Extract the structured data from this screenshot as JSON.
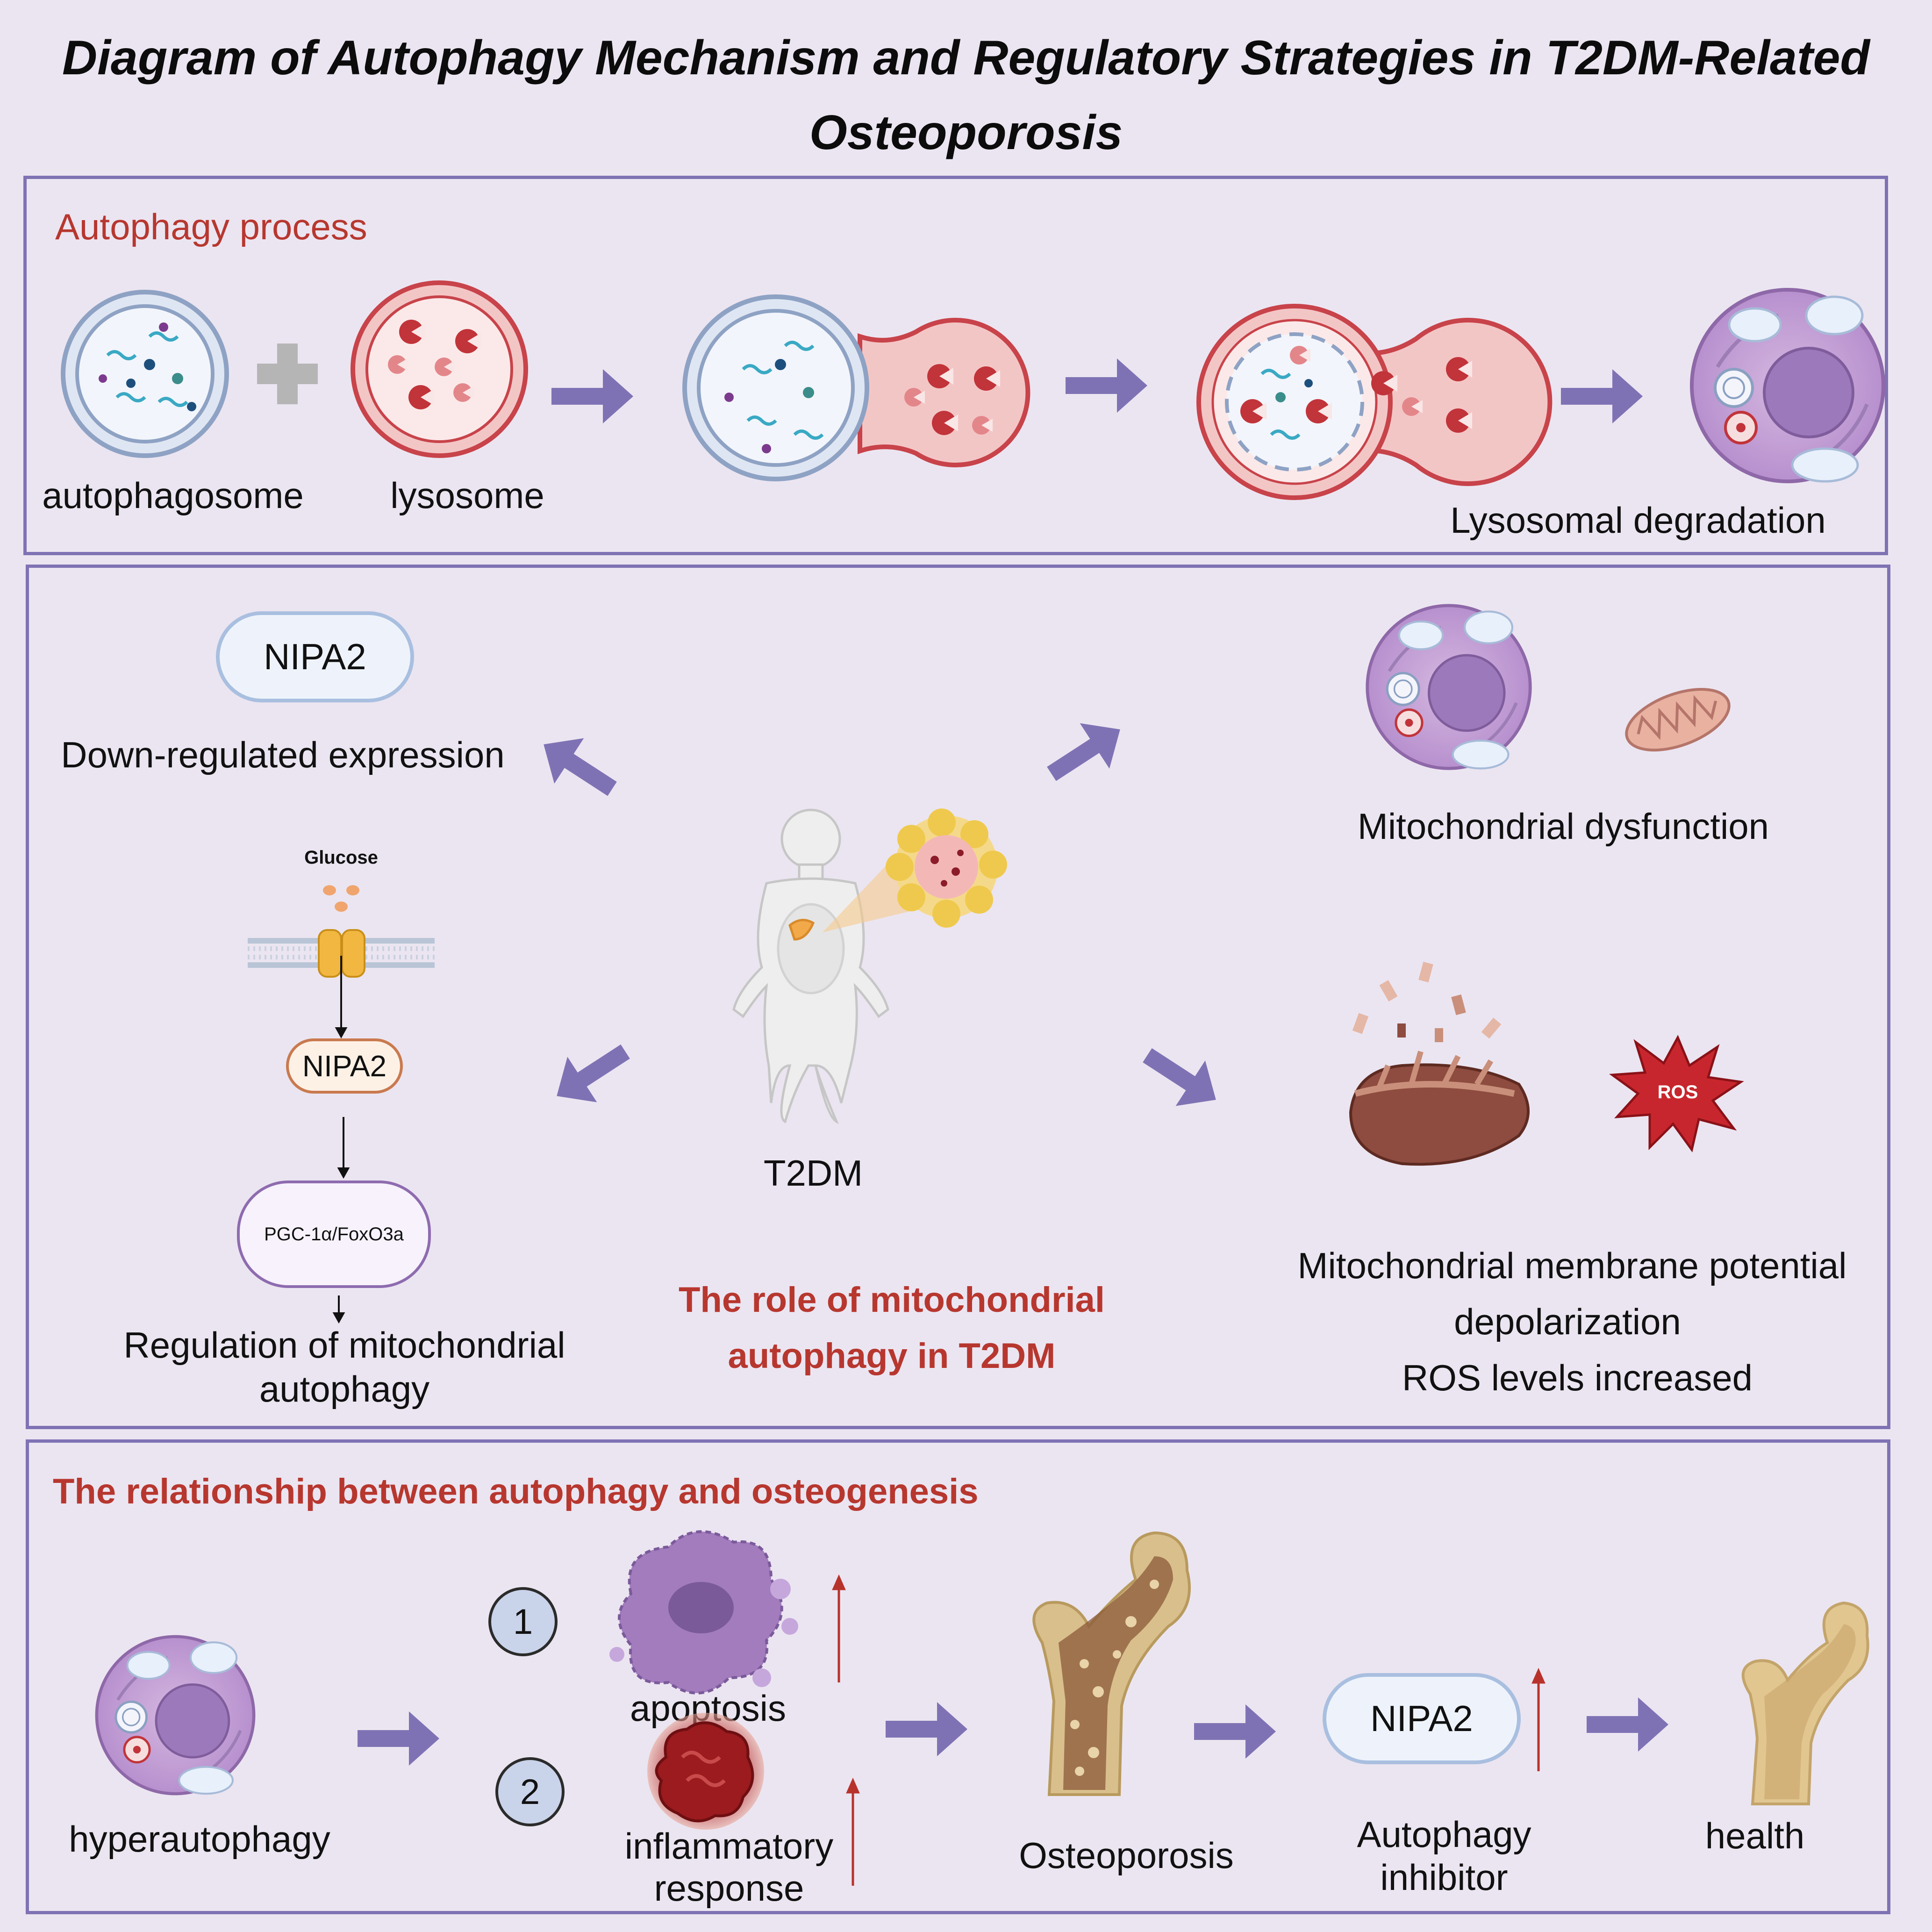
{
  "title": {
    "line1": "Diagram of Autophagy Mechanism and Regulatory Strategies in T2DM-Related",
    "line2": "Osteoporosis"
  },
  "panel1": {
    "heading": "Autophagy process",
    "autophagosome": "autophagosome",
    "lysosome": "lysosome",
    "lysosomal_degradation": "Lysosomal degradation"
  },
  "panel2": {
    "nipa2_top": "NIPA2",
    "down_regulated": "Down-regulated expression",
    "glucose": "Glucose",
    "nipa2_mid": "NIPA2",
    "pgc": "PGC-1α/FoxO3a",
    "regulation_line1": "Regulation of mitochondrial",
    "regulation_line2": "autophagy",
    "t2dm": "T2DM",
    "role_line1": "The role of mitochondrial",
    "role_line2": "autophagy in T2DM",
    "mito_dysfunction": "Mitochondrial dysfunction",
    "ros": "ROS",
    "membrane_line1": "Mitochondrial membrane potential",
    "membrane_line2": "depolarization",
    "membrane_line3": "ROS levels increased"
  },
  "panel3": {
    "heading": "The relationship between autophagy and osteogenesis",
    "hyperautophagy": "hyperautophagy",
    "num1": "1",
    "num2": "2",
    "apoptosis": "apoptosis",
    "inflammatory_line1": "inflammatory",
    "inflammatory_line2": "response",
    "osteoporosis": "Osteoporosis",
    "nipa2": "NIPA2",
    "inhibitor_line1": "Autophagy",
    "inhibitor_line2": "inhibitor",
    "health": "health"
  },
  "colors": {
    "background": "#ebe5f1",
    "panel_border": "#7f72b4",
    "arrow": "#7f72b4",
    "heading_red": "#b7372f",
    "cell_purple": "#c9a6d6",
    "lysosome_red": "#d1535c",
    "autophagosome_blue": "#9eb2d0",
    "pill_blue": "#a9bfe0",
    "pill_orange": "#c97a4f",
    "pill_purple": "#8e6bb0",
    "bone": "#d9bf8c",
    "ros_red": "#c8262e"
  }
}
